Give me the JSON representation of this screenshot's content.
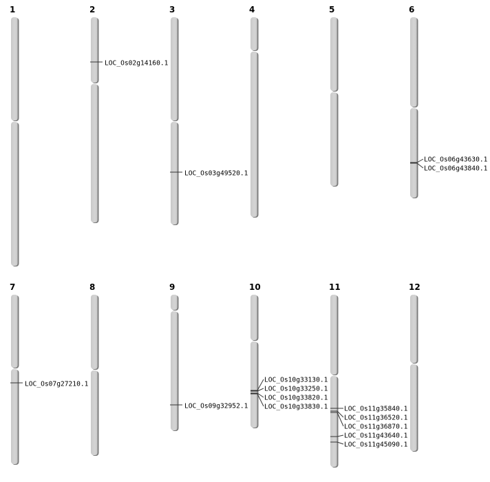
{
  "title": "Rice chromosome gene map",
  "chromosomes": [
    {
      "name": "1",
      "genes": []
    },
    {
      "name": "2",
      "genes": [
        "LOC_Os02g14160.1"
      ]
    },
    {
      "name": "3",
      "genes": [
        "LOC_Os03g49520.1"
      ]
    },
    {
      "name": "4",
      "genes": []
    },
    {
      "name": "5",
      "genes": []
    },
    {
      "name": "6",
      "genes": [
        "LOC_Os06g43630.1",
        "LOC_Os06g43840.1"
      ]
    },
    {
      "name": "7",
      "genes": [
        "LOC_Os07g27210.1"
      ]
    },
    {
      "name": "8",
      "genes": []
    },
    {
      "name": "9",
      "genes": [
        "LOC_Os09g32952.1"
      ]
    },
    {
      "name": "10",
      "genes": [
        "LOC_Os10g33130.1",
        "LOC_Os10g33250.1",
        "LOC_Os10g33820.1",
        "LOC_Os10g33830.1"
      ]
    },
    {
      "name": "11",
      "genes": [
        "LOC_Os11g35840.1",
        "LOC_Os11g36520.1",
        "LOC_Os11g36870.1",
        "LOC_Os11g43640.1",
        "LOC_Os11g45090.1"
      ]
    },
    {
      "name": "12",
      "genes": []
    }
  ],
  "colors": {
    "chromosome": "#d4d4d4",
    "shadow": "#7a7a7a",
    "marker": "#333333"
  }
}
